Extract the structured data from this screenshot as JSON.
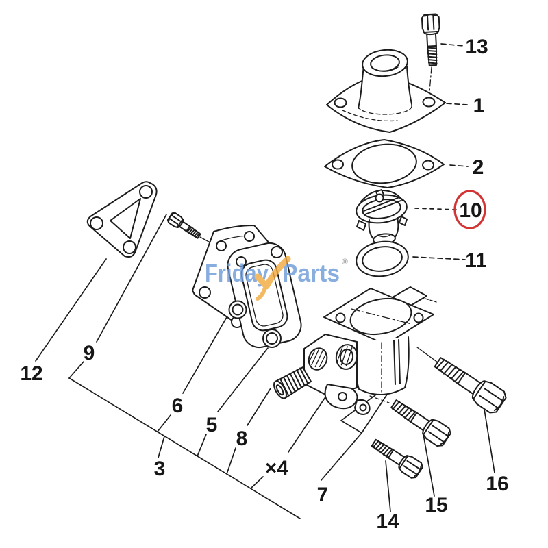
{
  "watermark": {
    "brand_left": "Friday",
    "brand_right": "Parts",
    "registered_mark": "®",
    "blue": "#6b9ad9",
    "yellow": "#f2a93c"
  },
  "highlight": {
    "color": "#d23434",
    "highlighted_part": "10"
  },
  "line_color": "#1c1c1c",
  "labels": {
    "p1": "1",
    "p2": "2",
    "p3": "3",
    "p5": "5",
    "p6": "6",
    "p7": "7",
    "p8": "8",
    "p9": "9",
    "p10": "10",
    "p11": "11",
    "p12": "12",
    "p13": "13",
    "p14": "14",
    "p15": "15",
    "p16": "16",
    "x4": "×4"
  }
}
